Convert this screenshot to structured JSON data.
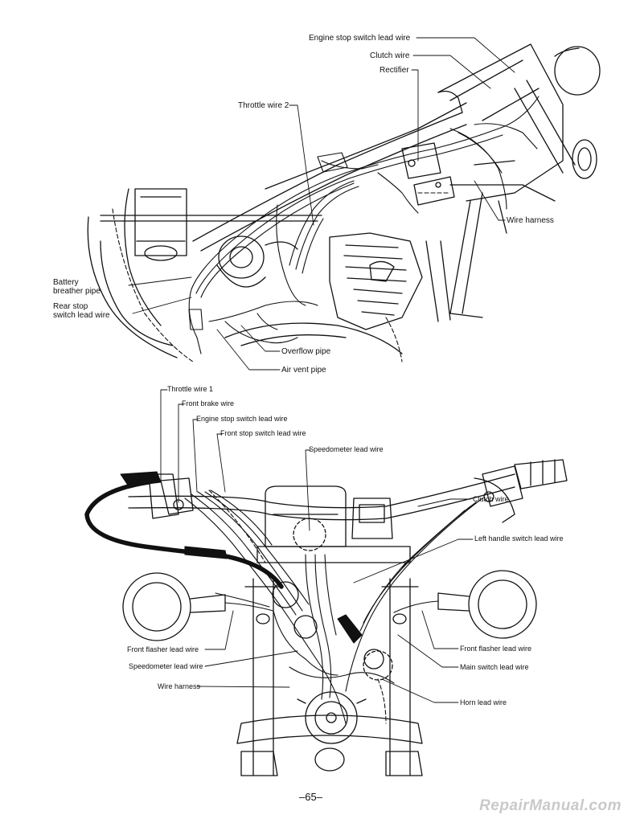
{
  "top_figure": {
    "labels": {
      "engine_stop_switch": "Engine stop switch lead wire",
      "clutch_wire": "Clutch wire",
      "rectifier": "Rectifier",
      "throttle_wire_2": "Throttle wire 2",
      "wire_harness": "Wire harness",
      "battery_breather_pipe": "Battery\nbreather pipe",
      "rear_stop_switch": "Rear stop\nswitch lead wire",
      "overflow_pipe": "Overflow pipe",
      "air_vent_pipe": "Air vent pipe"
    }
  },
  "bottom_figure": {
    "labels": {
      "throttle_wire_1": "Throttle wire 1",
      "front_brake_wire": "Front brake wire",
      "engine_stop_switch": "Engine stop switch lead wire",
      "front_stop_switch": "Front stop switch lead wire",
      "speedometer_lead_wire_top": "Speedometer lead wire",
      "clutch_wire": "Clutch wire",
      "left_handle_switch": "Left handle switch lead wire",
      "front_flasher_left": "Front flasher lead wire",
      "front_flasher_right": "Front flasher lead wire",
      "speedometer_lead_wire_bottom": "Speedometer lead wire",
      "main_switch": "Main switch lead wire",
      "wire_harness": "Wire harness",
      "horn_lead_wire": "Horn lead wire"
    }
  },
  "page_number": "–65–",
  "watermark": "RepairManual.com"
}
